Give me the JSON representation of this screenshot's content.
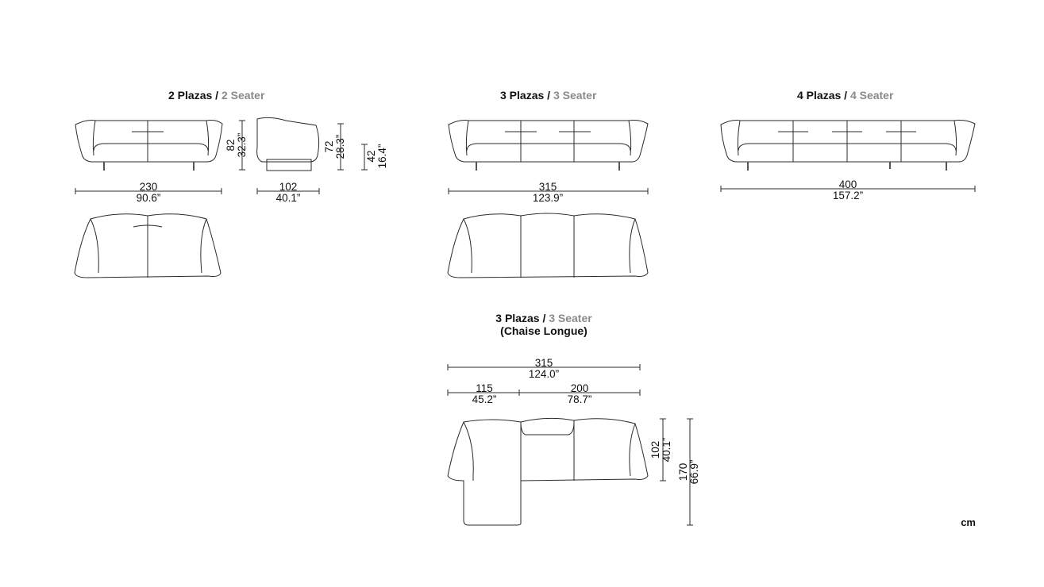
{
  "two_seater": {
    "plazas": "2 Plazas",
    "sep": "/",
    "seater": "2 Seater",
    "width_cm": "230",
    "width_in": "90.6”",
    "height_cm": "82",
    "height_in": "32.3”",
    "depth_cm": "102",
    "depth_in": "40.1”",
    "back_cm": "72",
    "back_in": "28.3”",
    "seat_cm": "42",
    "seat_in": "16.4”"
  },
  "three_seater": {
    "plazas": "3 Plazas",
    "sep": "/",
    "seater": "3 Seater",
    "width_cm": "315",
    "width_in": "123.9”"
  },
  "four_seater": {
    "plazas": "4 Plazas",
    "sep": "/",
    "seater": "4 Seater",
    "width_cm": "400",
    "width_in": "157.2”"
  },
  "chaise": {
    "plazas": "3 Plazas",
    "sep": "/",
    "seater": "3 Seater",
    "subtitle": "(Chaise Longue)",
    "total_cm": "315",
    "total_in": "124.0”",
    "chaise_cm": "115",
    "chaise_in": "45.2”",
    "sofa_cm": "200",
    "sofa_in": "78.7”",
    "depth_cm": "102",
    "depth_in": "40.1”",
    "chaise_depth_cm": "170",
    "chaise_depth_in": "66.9”"
  },
  "unit": "cm"
}
